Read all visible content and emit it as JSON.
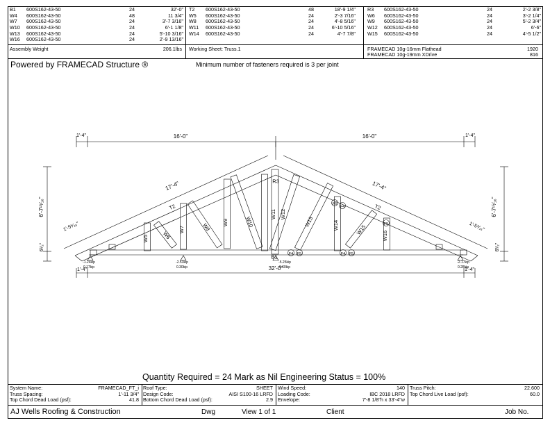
{
  "members": {
    "col1": [
      {
        "name": "B1",
        "section": "600S162-43-50",
        "qty": "24",
        "length": "32'-0\""
      },
      {
        "name": "W4",
        "section": "600S162-43-50",
        "qty": "48",
        "length": "11 3/4\""
      },
      {
        "name": "W7",
        "section": "600S162-43-50",
        "qty": "24",
        "length": "3'-7 3/16\""
      },
      {
        "name": "W10",
        "section": "600S162-43-50",
        "qty": "24",
        "length": "6'-1 1/8\""
      },
      {
        "name": "W13",
        "section": "600S162-43-50",
        "qty": "24",
        "length": "5'-10 3/16\""
      },
      {
        "name": "W16",
        "section": "600S162-43-50",
        "qty": "24",
        "length": "2'-9 13/16\""
      }
    ],
    "col2": [
      {
        "name": "T2",
        "section": "600S162-43-50",
        "qty": "48",
        "length": "18'-9 1/4\""
      },
      {
        "name": "W5",
        "section": "600S162-43-50",
        "qty": "24",
        "length": "2'-3 7/16\""
      },
      {
        "name": "W8",
        "section": "600S162-43-50",
        "qty": "24",
        "length": "4'-8 5/16\""
      },
      {
        "name": "W11",
        "section": "600S162-43-50",
        "qty": "24",
        "length": "6'-10 5/16\""
      },
      {
        "name": "W14",
        "section": "600S162-43-50",
        "qty": "24",
        "length": "4'-7 7/8\""
      }
    ],
    "col3": [
      {
        "name": "R3",
        "section": "600S162-43-50",
        "qty": "24",
        "length": "2'-2 3/8\""
      },
      {
        "name": "W6",
        "section": "600S162-43-50",
        "qty": "24",
        "length": "3'-2 1/4\""
      },
      {
        "name": "W9",
        "section": "600S162-43-50",
        "qty": "24",
        "length": "5'-2 3/4\""
      },
      {
        "name": "W12",
        "section": "600S162-43-50",
        "qty": "24",
        "length": "6'-6\""
      },
      {
        "name": "W15",
        "section": "600S162-43-50",
        "qty": "24",
        "length": "4'-5 1/2\""
      }
    ]
  },
  "summary": {
    "assembly_weight_label": "Assembly Weight",
    "assembly_weight": "206.1lbs",
    "working_sheet": "Working Sheet: Truss.1",
    "fasteners": [
      {
        "name": "FRAMECAD 10g-16mm Flathead",
        "count": "1920"
      },
      {
        "name": "FRAMECAD 10g-19mm XDrive",
        "count": "816"
      }
    ]
  },
  "banner": {
    "powered": "Powered by FRAMECAD Structure ®",
    "fastener_note": "Minimum number of fasteners required is 3 per joint"
  },
  "drawing": {
    "overhang_left": "1'-4\"",
    "overhang_right": "1'-4\"",
    "half_span_left": "16'-0\"",
    "half_span_right": "16'-0\"",
    "top_chord_left": "17'-4\"",
    "top_chord_right": "17'-4\"",
    "height_left": "6'-7¹⁵⁄₁₆\"",
    "height_right": "6'-7¹⁵⁄₁₆\"",
    "heel_left": "6¹⁄₂\"",
    "heel_right": "6¹⁄₂\"",
    "tail_left": "1'-5⁵⁄₁₆\"",
    "tail_right": "1'-5⁵⁄₁₆\"",
    "total_span": "32'-0\"",
    "bottom_overhang_left": "1'-4\"",
    "bottom_overhang_right": "1'-4\"",
    "labels": {
      "W5": "W5",
      "W6": "W6",
      "W7": "W7",
      "W8": "W8",
      "W9": "W9",
      "W10": "W10",
      "W11": "W11",
      "W12": "W12",
      "W13": "W13",
      "W14": "W14",
      "W15": "W15",
      "W16": "W16",
      "T2L": "T2",
      "T2R": "T2",
      "R3": "R3",
      "B1": "B1",
      "F4a": "F4",
      "F4b": "F4",
      "F4c": "F4",
      "F5a": "F5",
      "F5b": "F5",
      "F5c": "F5",
      "F6": "F6"
    },
    "reactions": [
      {
        "a": "-1.24kip",
        "b": "0.17kip"
      },
      {
        "a": "-2.53kip",
        "b": "0.30kip"
      },
      {
        "a": "-5.25kip",
        "b": "0.60kip"
      },
      {
        "a": "-2.17kip",
        "b": "0.28kip"
      }
    ]
  },
  "quantity_line": "Quantity Required = 24 Mark as Nil Engineering Status = 100%",
  "design": [
    [
      {
        "label": "System Name:",
        "value": "FRAMECAD_FT_i"
      },
      {
        "label": "Roof Type:",
        "value": "SHEET"
      },
      {
        "label": "Wind Speed:",
        "value": "140"
      },
      {
        "label": "Truss Pitch:",
        "value": "22.600"
      }
    ],
    [
      {
        "label": "Truss Spacing:",
        "value": "1'-11 3/4\""
      },
      {
        "label": "Design Code:",
        "value": "AISI S100-16 LRFD"
      },
      {
        "label": "Loading Code:",
        "value": "IBC 2018 LRFD"
      },
      {
        "label": "Top Chord Live Load (psf):",
        "value": "60.0"
      }
    ],
    [
      {
        "label": "Top Chord Dead Load (psf):",
        "value": "41.8"
      },
      {
        "label": "Bottom Chord Dead Load (psf):",
        "value": "2.9"
      },
      {
        "label": "Envelope:",
        "value": "7'-8 1/8\"h x 33'-4\"w"
      },
      {
        "label": "",
        "value": ""
      }
    ]
  ],
  "footer": {
    "company": "AJ Wells Roofing & Construction",
    "dwg": "Dwg",
    "view": "View 1 of 1",
    "client": "Client",
    "job": "Job No."
  }
}
